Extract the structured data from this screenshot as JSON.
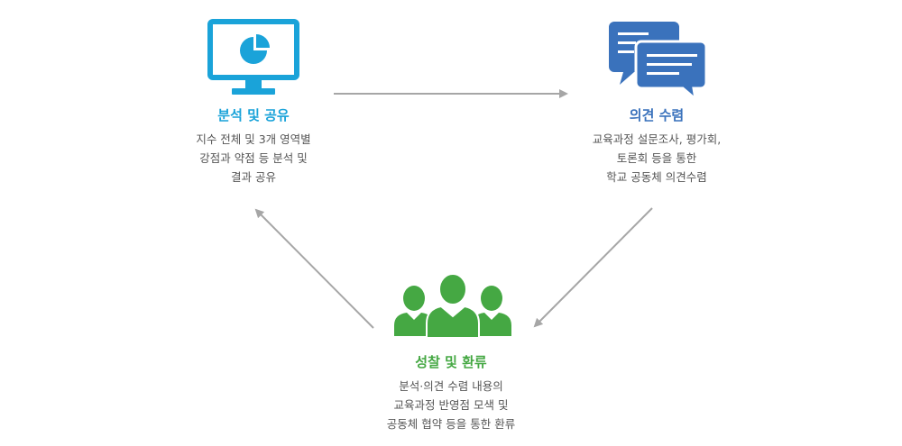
{
  "colors": {
    "analysis": "#1aa3d9",
    "opinion": "#3a72bc",
    "reflection": "#45a843",
    "arrow": "#a6a6a6",
    "text": "#555555"
  },
  "nodes": {
    "analysis": {
      "icon": "monitor-pie-chart-icon",
      "title": "분석 및 공유",
      "lines": [
        "지수 전체 및 3개 영역별",
        "강점과 약점 등 분석 및",
        "결과 공유"
      ]
    },
    "opinion": {
      "icon": "speech-bubbles-icon",
      "title": "의견 수렴",
      "lines": [
        "교육과정 설문조사, 평가회,",
        "토론회 등을 통한",
        "학교 공동체 의견수렴"
      ]
    },
    "reflection": {
      "icon": "people-group-icon",
      "title": "성찰 및 환류",
      "lines": [
        "분석·의견 수렴 내용의",
        "교육과정 반영점 모색 및",
        "공동체 협약 등을 통한 환류"
      ]
    }
  }
}
